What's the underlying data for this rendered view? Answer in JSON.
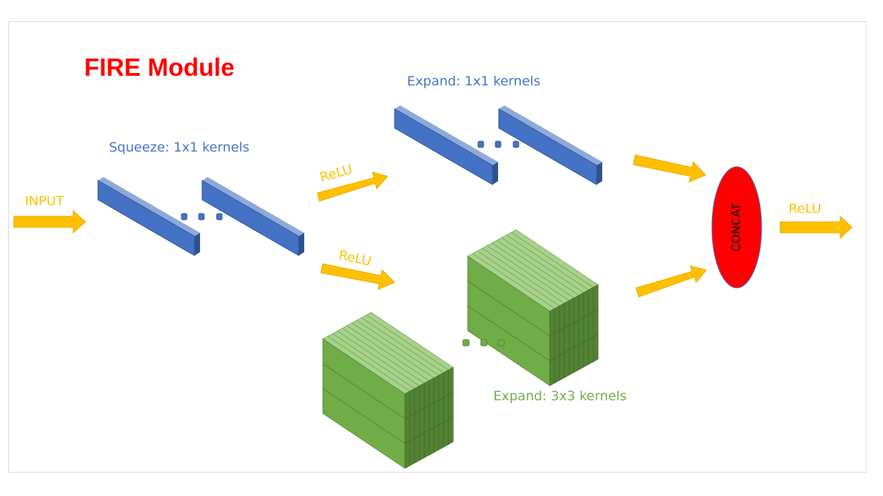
{
  "title": "FIRE Module",
  "labels": {
    "input": "INPUT",
    "squeeze": "Squeeze: 1x1 kernels",
    "expand_1x1": "Expand: 1x1 kernels",
    "expand_3x3": "Expand: 3x3 kernels",
    "relu_top": "ReLU",
    "relu_bottom": "ReLU",
    "relu_out": "ReLU",
    "concat": "CONCAT"
  },
  "colors": {
    "title": "#ff0000",
    "blue_kernel": "#4472c4",
    "green_kernel": "#70ad47",
    "arrow": "#ffc000",
    "concat": "#ff0000"
  }
}
